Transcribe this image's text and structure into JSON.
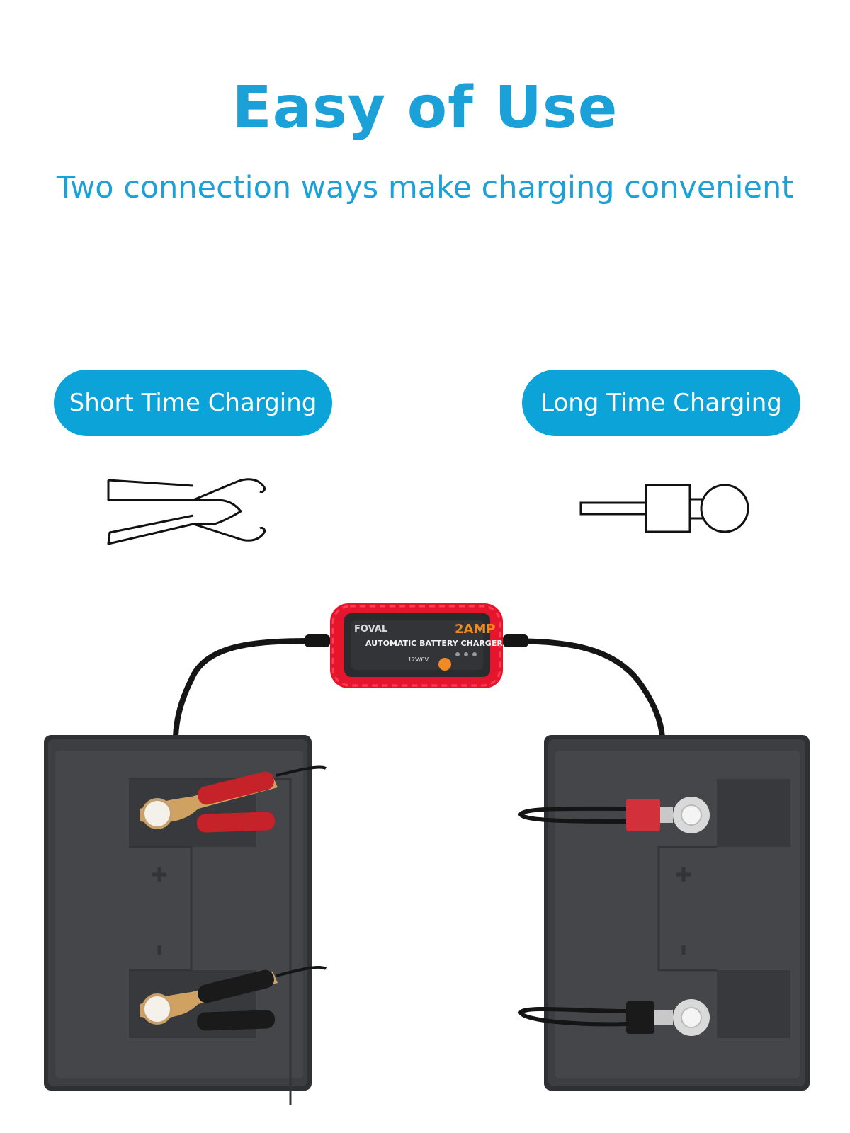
{
  "header": {
    "title": "Easy of Use",
    "subtitle": "Two connection ways make charging convenient"
  },
  "modes": {
    "short_label": "Short Time Charging",
    "long_label": "Long Time Charging"
  },
  "charger": {
    "brand": "FOVAL",
    "rating": "2AMP",
    "name": "AUTOMATIC BATTERY CHARGER",
    "voltage": "12V/6V"
  },
  "colors": {
    "accent": "#1ba1d8",
    "pill": "#0ca3d9",
    "charger_body": "#e5152d",
    "battery": "#3c3d40"
  },
  "icons": [
    "clamp-icon",
    "ring-terminal-icon"
  ]
}
